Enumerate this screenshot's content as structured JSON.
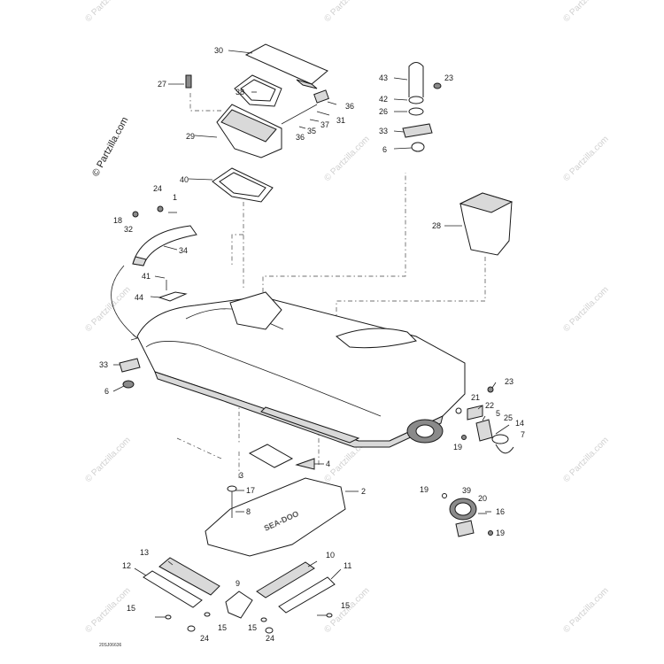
{
  "watermark": {
    "main": "© Partzilla.com",
    "repeat": "© Partzilla.com"
  },
  "reference_code": "20SJ06636",
  "logo_text": "SEA-DOO",
  "callouts": [
    {
      "id": "c30",
      "label": "30"
    },
    {
      "id": "c38",
      "label": "38"
    },
    {
      "id": "c27",
      "label": "27"
    },
    {
      "id": "c36a",
      "label": "36"
    },
    {
      "id": "c31",
      "label": "31"
    },
    {
      "id": "c37",
      "label": "37"
    },
    {
      "id": "c35",
      "label": "35"
    },
    {
      "id": "c36b",
      "label": "36"
    },
    {
      "id": "c29",
      "label": "29"
    },
    {
      "id": "c40",
      "label": "40"
    },
    {
      "id": "c43",
      "label": "43"
    },
    {
      "id": "c23a",
      "label": "23"
    },
    {
      "id": "c42",
      "label": "42"
    },
    {
      "id": "c26",
      "label": "26"
    },
    {
      "id": "c33a",
      "label": "33"
    },
    {
      "id": "c6a",
      "label": "6"
    },
    {
      "id": "c24a",
      "label": "24"
    },
    {
      "id": "c1",
      "label": "1"
    },
    {
      "id": "c18",
      "label": "18"
    },
    {
      "id": "c32",
      "label": "32"
    },
    {
      "id": "c34",
      "label": "34"
    },
    {
      "id": "c28",
      "label": "28"
    },
    {
      "id": "c41",
      "label": "41"
    },
    {
      "id": "c44",
      "label": "44"
    },
    {
      "id": "c33b",
      "label": "33"
    },
    {
      "id": "c6b",
      "label": "6"
    },
    {
      "id": "c23b",
      "label": "23"
    },
    {
      "id": "c21",
      "label": "21"
    },
    {
      "id": "c22",
      "label": "22"
    },
    {
      "id": "c5",
      "label": "5"
    },
    {
      "id": "c25",
      "label": "25"
    },
    {
      "id": "c14",
      "label": "14"
    },
    {
      "id": "c7",
      "label": "7"
    },
    {
      "id": "c19a",
      "label": "19"
    },
    {
      "id": "c3",
      "label": "3"
    },
    {
      "id": "c4",
      "label": "4"
    },
    {
      "id": "c17",
      "label": "17"
    },
    {
      "id": "c2",
      "label": "2"
    },
    {
      "id": "c8",
      "label": "8"
    },
    {
      "id": "c19b",
      "label": "19"
    },
    {
      "id": "c39",
      "label": "39"
    },
    {
      "id": "c20",
      "label": "20"
    },
    {
      "id": "c16",
      "label": "16"
    },
    {
      "id": "c19c",
      "label": "19"
    },
    {
      "id": "c13",
      "label": "13"
    },
    {
      "id": "c10",
      "label": "10"
    },
    {
      "id": "c12",
      "label": "12"
    },
    {
      "id": "c11",
      "label": "11"
    },
    {
      "id": "c9",
      "label": "9"
    },
    {
      "id": "c15a",
      "label": "15"
    },
    {
      "id": "c15b",
      "label": "15"
    },
    {
      "id": "c15c",
      "label": "15"
    },
    {
      "id": "c15d",
      "label": "15"
    },
    {
      "id": "c24b",
      "label": "24"
    },
    {
      "id": "c24c",
      "label": "24"
    }
  ]
}
